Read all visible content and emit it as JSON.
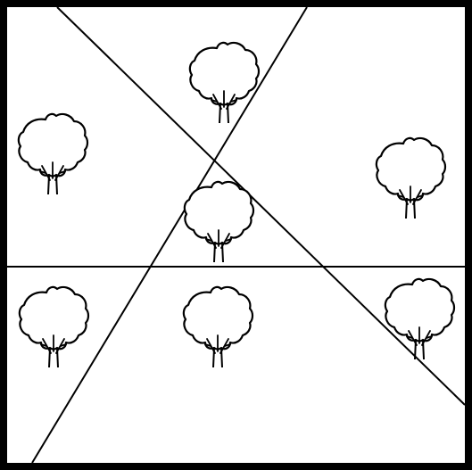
{
  "diagram": {
    "frame_color": "#000000",
    "line_color": "#000000",
    "background": "#ffffff",
    "divider_lines": [
      {
        "name": "horizontal-line"
      },
      {
        "name": "diagonal-line-descending"
      },
      {
        "name": "diagonal-line-ascending"
      }
    ],
    "trees": [
      {
        "name": "tree-icon-top"
      },
      {
        "name": "tree-icon-left"
      },
      {
        "name": "tree-icon-right"
      },
      {
        "name": "tree-icon-center"
      },
      {
        "name": "tree-icon-bottom-left"
      },
      {
        "name": "tree-icon-bottom-center"
      },
      {
        "name": "tree-icon-bottom-right"
      }
    ],
    "tree_count": 7
  }
}
